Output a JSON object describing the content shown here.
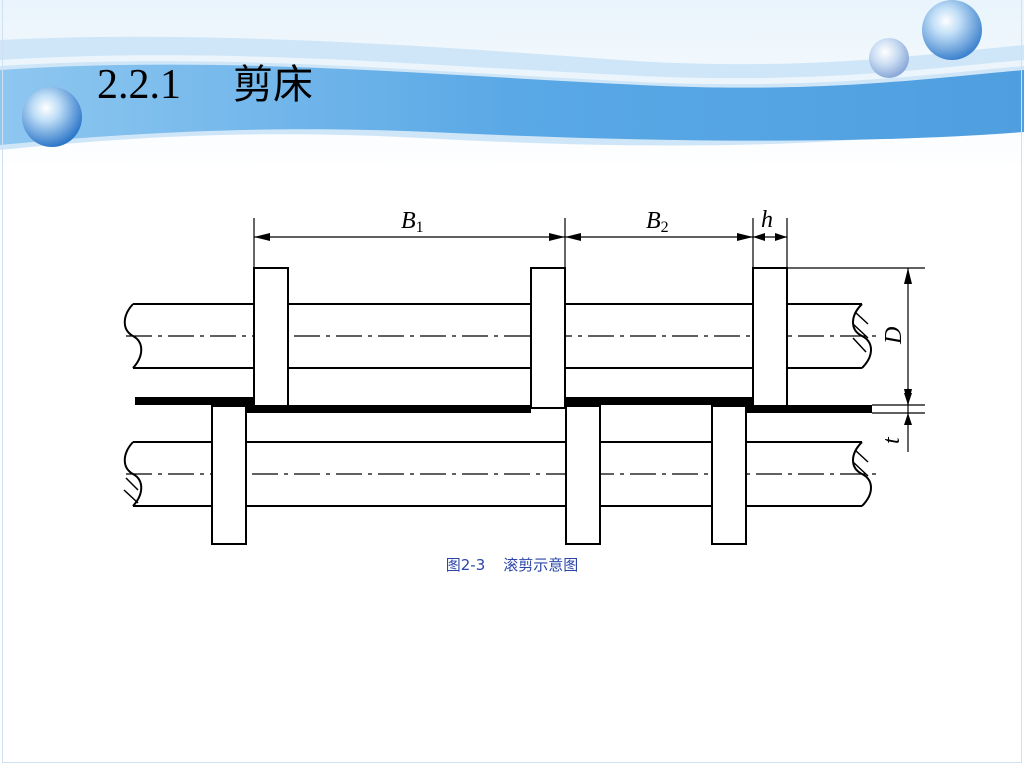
{
  "slide": {
    "title_number": "2.2.1",
    "title_text": "剪床"
  },
  "figure": {
    "caption_number": "图2-3",
    "caption_text": "滚剪示意图",
    "labels": {
      "b1_main": "B",
      "b1_sub": "1",
      "b2_main": "B",
      "b2_sub": "2",
      "h": "h",
      "d": "D",
      "t": "t"
    }
  },
  "colors": {
    "banner_blue": "#5aa8e6",
    "banner_light": "#dceefb",
    "caption_blue": "#2a44a8",
    "line": "#000000"
  }
}
